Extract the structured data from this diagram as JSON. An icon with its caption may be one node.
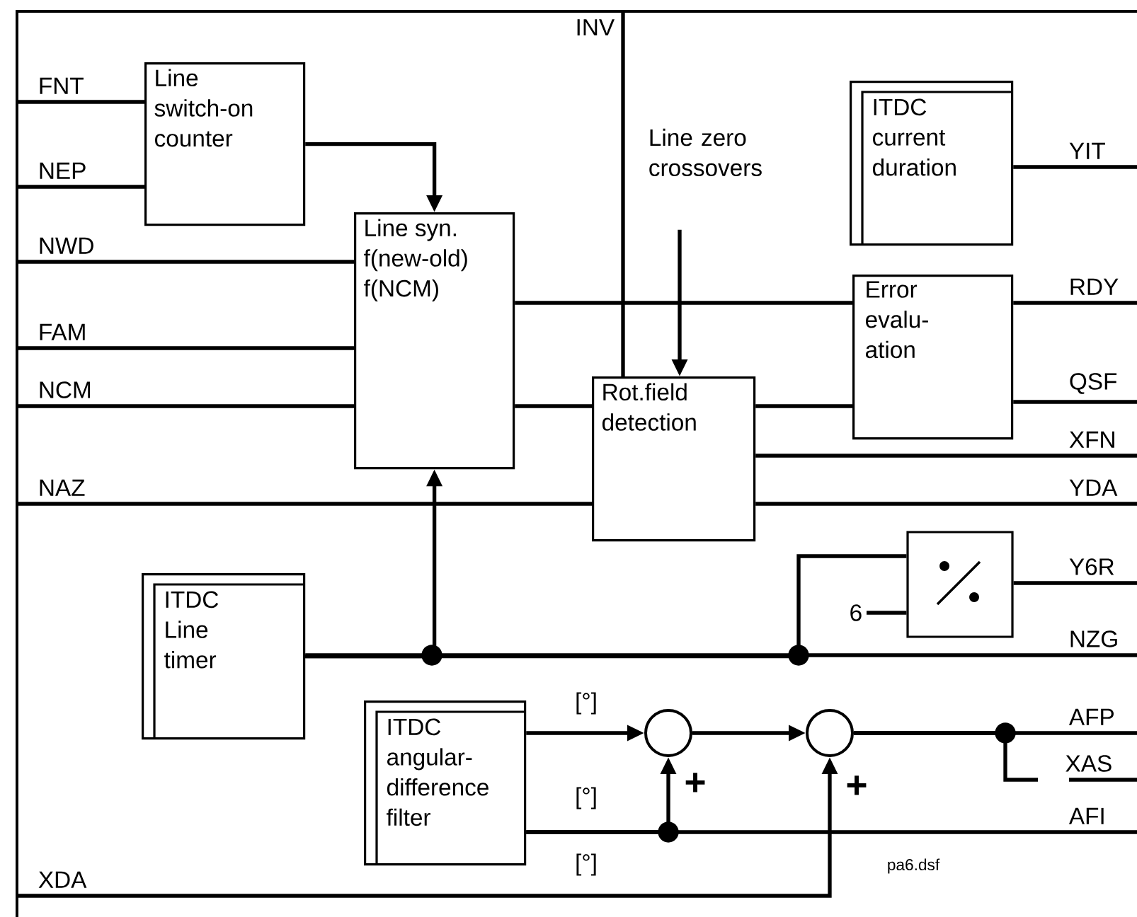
{
  "diagram": {
    "nodes": [
      {
        "text": [
          "FNT"
        ]
      },
      {
        "text": [
          "NEP"
        ]
      },
      {
        "text": [
          "NWD"
        ]
      },
      {
        "text": [
          "FAM"
        ]
      },
      {
        "text": [
          "NCM"
        ]
      },
      {
        "text": [
          "NAZ"
        ]
      },
      {
        "text": [
          "XDA"
        ]
      },
      {
        "text": [
          "INV"
        ]
      },
      {
        "text": [
          "Line zero crossovers"
        ]
      },
      {
        "text": [
          "Line switch-on counter"
        ]
      },
      {
        "text": [
          "Line syn.",
          "f(new-old)",
          "f(NCM)"
        ]
      },
      {
        "text": [
          "Rot.field detection"
        ]
      },
      {
        "text": [
          "ITDC current duration"
        ]
      },
      {
        "text": [
          "Error evalu- ation"
        ]
      },
      {
        "text": [
          "ITDC Line timer"
        ]
      },
      {
        "text": [],
        "shape": "box"
      },
      {
        "text": [
          "6"
        ]
      },
      {
        "text": [
          "ITDC angular-difference filter"
        ]
      },
      {
        "text": [],
        "shape": "circle"
      },
      {
        "text": [],
        "shape": "circle"
      },
      {
        "text": [
          "YIT"
        ]
      },
      {
        "text": [
          "RDY"
        ]
      },
      {
        "text": [
          "QSF"
        ]
      },
      {
        "text": [
          "XFN"
        ]
      },
      {
        "text": [
          "YDA"
        ]
      },
      {
        "text": [
          "Y6R"
        ]
      },
      {
        "text": [
          "NZG"
        ]
      },
      {
        "text": [
          "AFP"
        ]
      },
      {
        "text": [
          "XAS"
        ]
      },
      {
        "text": [
          "AFI"
        ]
      }
    ],
    "edges": [
      {
        "from": 0,
        "to": 9,
        "arrow": "none"
      },
      {
        "from": 1,
        "to": 9,
        "arrow": "none"
      },
      {
        "from": 2,
        "to": 10,
        "arrow": "none"
      },
      {
        "from": 3,
        "to": 10,
        "arrow": "none"
      },
      {
        "from": 4,
        "to": 10,
        "arrow": "none"
      },
      {
        "from": 9,
        "to": 10,
        "arrow": "to"
      },
      {
        "from": 5,
        "to": 11,
        "arrow": "none"
      },
      {
        "from": 7,
        "to": 11,
        "arrow": "none"
      },
      {
        "from": 8,
        "to": 11,
        "arrow": "to"
      },
      {
        "from": 10,
        "to": 13,
        "arrow": "none"
      },
      {
        "from": 10,
        "to": 11,
        "arrow": "none"
      },
      {
        "from": 11,
        "to": 13,
        "arrow": "none"
      },
      {
        "from": 11,
        "to": 23,
        "arrow": "none"
      },
      {
        "from": 11,
        "to": 24,
        "arrow": "none"
      },
      {
        "from": 13,
        "to": 21,
        "arrow": "none"
      },
      {
        "from": 13,
        "to": 22,
        "arrow": "none"
      },
      {
        "from": 12,
        "to": 20,
        "arrow": "none"
      },
      {
        "from": 14,
        "to": 26,
        "arrow": "none"
      },
      {
        "from": 14,
        "to": 10,
        "arrow": "to"
      },
      {
        "from": 14,
        "to": 15,
        "arrow": "none"
      },
      {
        "from": 16,
        "to": 15,
        "arrow": "none"
      },
      {
        "from": 15,
        "to": 25,
        "arrow": "none"
      },
      {
        "from": 17,
        "to": 18,
        "arrow": "to"
      },
      {
        "from": 17,
        "to": 29,
        "arrow": "none"
      },
      {
        "from": 17,
        "to": 18,
        "arrow": "to"
      },
      {
        "from": 18,
        "to": 19,
        "arrow": "to"
      },
      {
        "from": 6,
        "to": 19,
        "arrow": "to"
      },
      {
        "from": 19,
        "to": 27,
        "arrow": "none"
      },
      {
        "from": 19,
        "to": 28,
        "arrow": "none"
      }
    ],
    "labels": [
      "[°]",
      "[°]",
      "[°]",
      "+",
      "+",
      "pa6.dsf"
    ]
  }
}
